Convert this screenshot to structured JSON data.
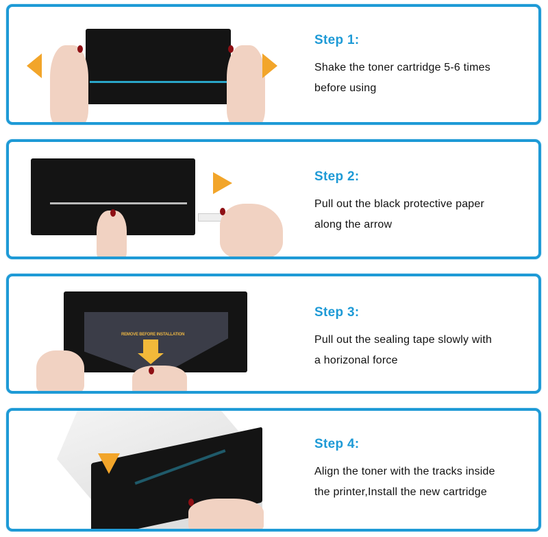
{
  "steps": [
    {
      "title": "Step 1:",
      "line1": "Shake the toner cartridge 5-6 times",
      "line2": "before using",
      "illustration": "hands-shaking-toner-cartridge"
    },
    {
      "title": "Step 2:",
      "line1": "Pull out the black protective paper",
      "line2": "along the arrow",
      "illustration": "pulling-protective-paper"
    },
    {
      "title": "Step 3:",
      "line1": "Pull out the sealing tape slowly with",
      "line2": "a horizonal force",
      "illustration": "pulling-sealing-tape",
      "label": "REMOVE BEFORE INSTALLATION"
    },
    {
      "title": "Step 4:",
      "line1": "Align the toner with the tracks inside",
      "line2": "the printer,Install the new cartridge",
      "illustration": "installing-cartridge-in-printer"
    }
  ],
  "colors": {
    "accent": "#1e9ad6",
    "arrow": "#f2a52a",
    "text": "#111111"
  }
}
